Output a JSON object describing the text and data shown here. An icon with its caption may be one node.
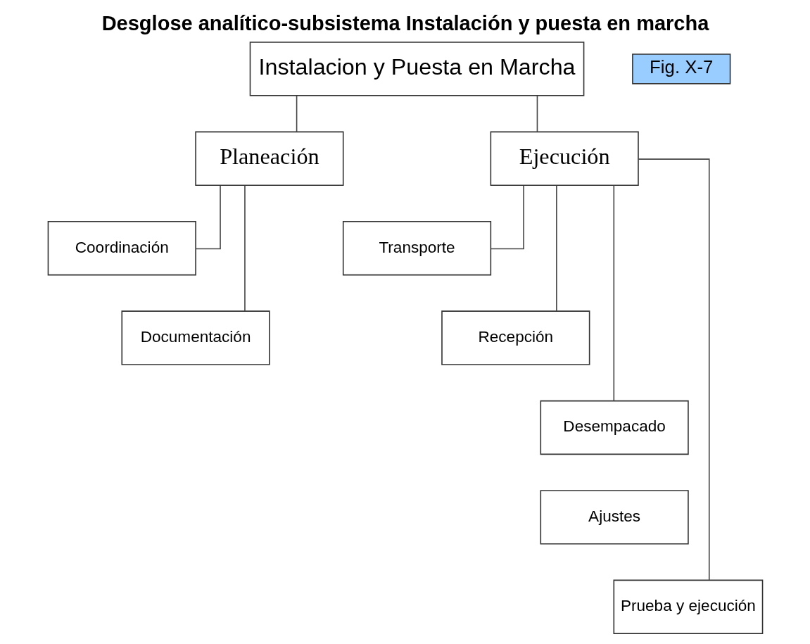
{
  "diagram": {
    "title": "Desglose analítico-subsistema Instalación y puesta en marcha",
    "nodes": [
      {
        "text": [
          "Instalacion y Puesta en Marcha"
        ]
      },
      {
        "text": [
          "Planeación"
        ]
      },
      {
        "text": [
          "Ejecución"
        ]
      },
      {
        "text": [
          "Coordinación"
        ]
      },
      {
        "text": [
          "Documentación"
        ]
      },
      {
        "text": [
          "Transporte"
        ]
      },
      {
        "text": [
          "Recepción"
        ]
      },
      {
        "text": [
          "Desempacado"
        ]
      },
      {
        "text": [
          "Ajustes"
        ]
      },
      {
        "text": [
          "Prueba y ejecución"
        ]
      }
    ],
    "edges": [
      {
        "from": 0,
        "to": 1,
        "arrow": "none"
      },
      {
        "from": 0,
        "to": 2,
        "arrow": "none"
      },
      {
        "from": 1,
        "to": 3,
        "arrow": "none"
      },
      {
        "from": 1,
        "to": 4,
        "arrow": "none"
      },
      {
        "from": 2,
        "to": 5,
        "arrow": "none"
      },
      {
        "from": 2,
        "to": 6,
        "arrow": "none"
      },
      {
        "from": 2,
        "to": 7,
        "arrow": "none"
      },
      {
        "from": 2,
        "to": 9,
        "arrow": "none"
      }
    ],
    "labels": [
      "Fig. X-7"
    ]
  }
}
